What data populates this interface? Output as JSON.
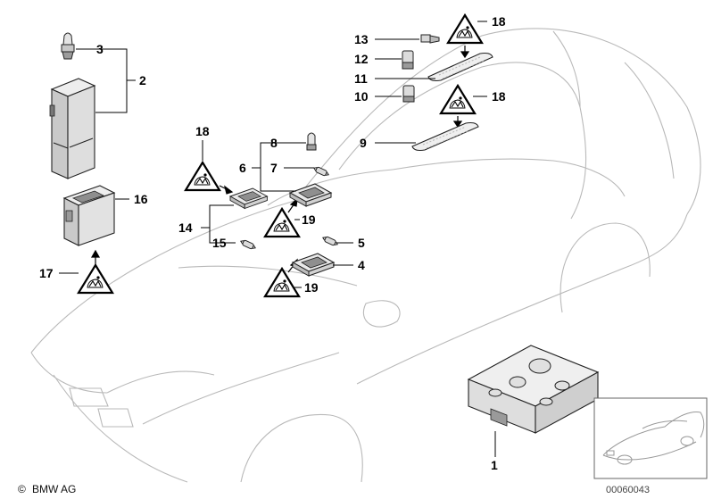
{
  "callouts": {
    "c1": "1",
    "c2": "2",
    "c3": "3",
    "c4": "4",
    "c5": "5",
    "c6": "6",
    "c7": "7",
    "c8": "8",
    "c9": "9",
    "c10": "10",
    "c11": "11",
    "c12": "12",
    "c13": "13",
    "c14": "14",
    "c15": "15",
    "c16": "16",
    "c17": "17",
    "c18a": "18",
    "c18b": "18",
    "c18c": "18",
    "c19a": "19",
    "c19b": "19"
  },
  "footer": {
    "brand": "BMW AG",
    "copyright_symbol": "©",
    "drawing_number": "00060043"
  },
  "colors": {
    "car_outline": "#b9b9b9",
    "parts": "#222222",
    "part_fill": "#e6e6e6",
    "part_dark": "#9a9a9a",
    "labels": "#000000"
  },
  "icons": [
    "warning-triangle-icon",
    "bulb-icon",
    "thumbnail-car-icon"
  ]
}
